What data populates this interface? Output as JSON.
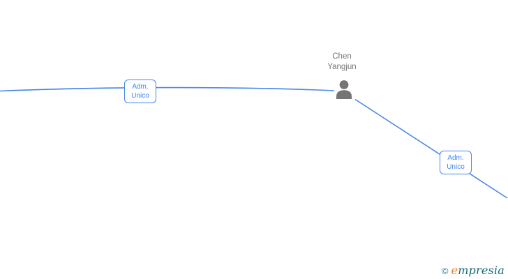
{
  "graph": {
    "background": "#ffffff",
    "colors": {
      "edge": "#4a86e8",
      "label_border": "#4285f4",
      "label_text": "#4285f4",
      "node_icon": "#757575",
      "node_text": "#757575",
      "logo_teal": "#1e7b8c",
      "logo_orange": "#f4791f"
    },
    "nodes": [
      {
        "name": "Chen Yangjun",
        "icon": "person-icon"
      }
    ],
    "edges": [
      {
        "label": "Adm. Unico",
        "direction": "left-offscreen-to-node"
      },
      {
        "label": "Adm. Unico",
        "direction": "node-to-bottom-right-offscreen"
      }
    ]
  },
  "watermark": {
    "copyright": "©",
    "brand_first_letter": "e",
    "brand_rest": "mpresia"
  }
}
